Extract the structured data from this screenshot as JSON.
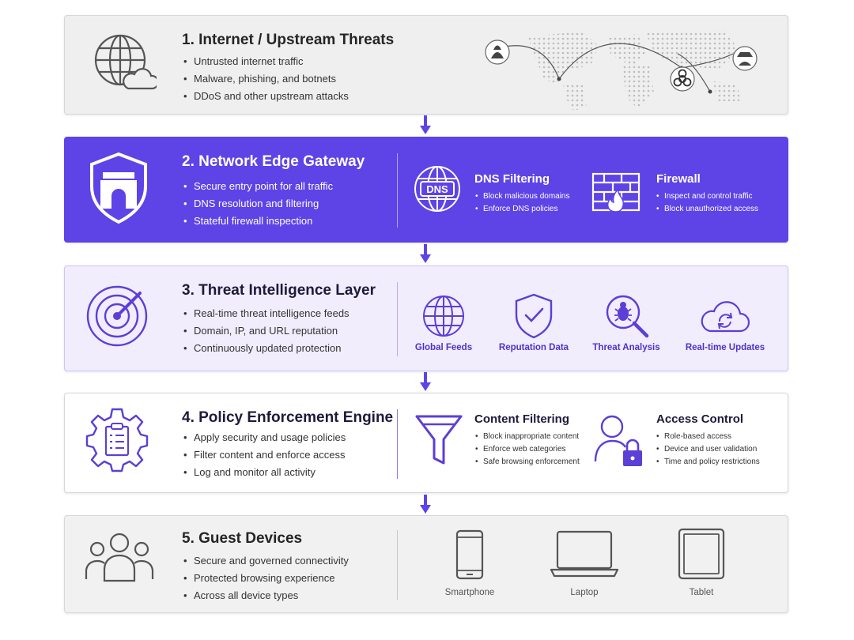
{
  "layers": [
    {
      "title": "1. Internet / Upstream Threats",
      "bullets": [
        "Untrusted internet traffic",
        "Malware, phishing, and botnets",
        "DDoS and other upstream attacks"
      ]
    },
    {
      "title": "2. Network Edge Gateway",
      "bullets": [
        "Secure entry point for all traffic",
        "DNS resolution and filtering",
        "Stateful firewall inspection"
      ],
      "features": [
        {
          "title": "DNS Filtering",
          "items": [
            "Block malicious domains",
            "Enforce DNS policies"
          ],
          "icon": "dns-globe-icon",
          "icon_text": "DNS"
        },
        {
          "title": "Firewall",
          "items": [
            "Inspect and control traffic",
            "Block unauthorized access"
          ],
          "icon": "firewall-icon"
        }
      ]
    },
    {
      "title": "3. Threat Intelligence Layer",
      "bullets": [
        "Real-time threat intelligence feeds",
        "Domain, IP, and URL reputation",
        "Continuously updated protection"
      ],
      "features": [
        {
          "label": "Global Feeds",
          "icon": "globe-icon"
        },
        {
          "label": "Reputation Data",
          "icon": "shield-check-icon"
        },
        {
          "label": "Threat Analysis",
          "icon": "bug-magnifier-icon"
        },
        {
          "label": "Real-time Updates",
          "icon": "cloud-sync-icon"
        }
      ]
    },
    {
      "title": "4. Policy Enforcement Engine",
      "bullets": [
        "Apply security and usage policies",
        "Filter content and enforce access",
        "Log and monitor all activity"
      ],
      "features": [
        {
          "title": "Content Filtering",
          "items": [
            "Block inappropriate content",
            "Enforce web categories",
            "Safe browsing enforcement"
          ],
          "icon": "funnel-icon"
        },
        {
          "title": "Access Control",
          "items": [
            "Role-based access",
            "Device and user validation",
            "Time and policy restrictions"
          ],
          "icon": "user-lock-icon"
        }
      ]
    },
    {
      "title": "5. Guest Devices",
      "bullets": [
        "Secure and governed connectivity",
        "Protected browsing experience",
        "Across all device types"
      ],
      "devices": [
        {
          "label": "Smartphone",
          "icon": "smartphone-icon"
        },
        {
          "label": "Laptop",
          "icon": "laptop-icon"
        },
        {
          "label": "Tablet",
          "icon": "tablet-icon"
        }
      ]
    }
  ],
  "colors": {
    "accent": "#5e43e6",
    "accent_light": "#f1edfd",
    "icon_purple": "#5b3fd6",
    "icon_gray": "#555555"
  }
}
